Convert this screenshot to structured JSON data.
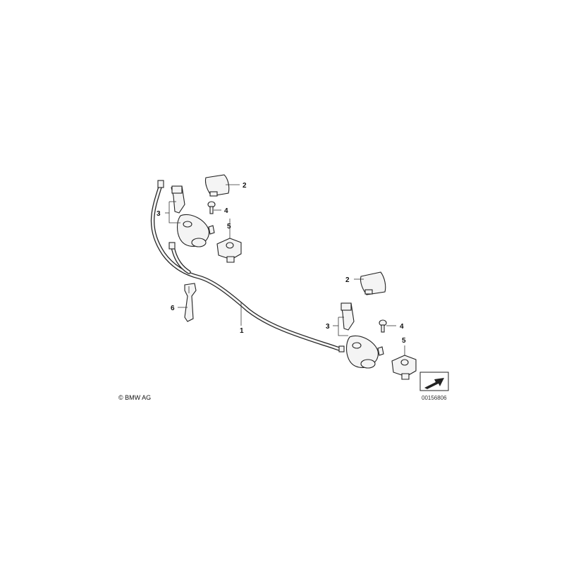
{
  "diagram": {
    "copyright": "© BMW AG",
    "document_number": "00156806",
    "callouts": {
      "hose": "1",
      "cover_left": "2",
      "cover_right": "2",
      "nozzle_left": "3",
      "nozzle_right": "3",
      "screw_left": "4",
      "screw_right": "4",
      "bracket_left": "5",
      "bracket_right": "5",
      "clip": "6"
    }
  }
}
